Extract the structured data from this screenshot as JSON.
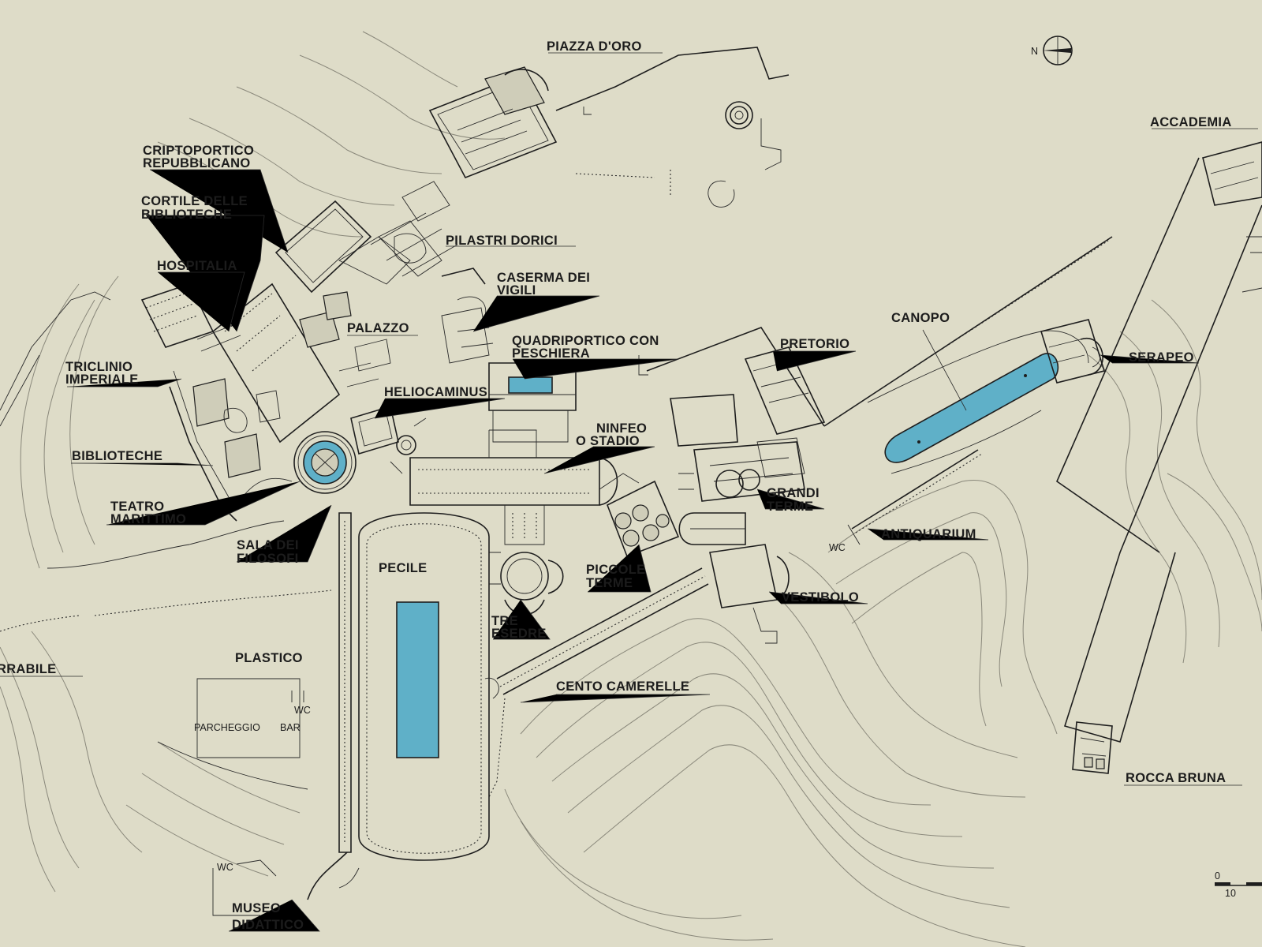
{
  "labels": {
    "piazza_doro": "PIAZZA D'ORO",
    "accademia": "ACCADEMIA",
    "criptoportico_1": "CRIPTOPORTICO",
    "criptoportico_2": "REPUBBLICANO",
    "cortile_1": "CORTILE DELLE",
    "cortile_2": "BIBLIOTECHE",
    "pilastri": "PILASTRI DORICI",
    "hospitalia": "HOSPITALIA",
    "caserma_1": "CASERMA DEI",
    "caserma_2": "VIGILI",
    "palazzo": "PALAZZO",
    "canopo": "CANOPO",
    "pretorio": "PRETORIO",
    "quadriportico_1": "QUADRIPORTICO CON",
    "quadriportico_2": "PESCHIERA",
    "serapeo": "SERAPEO",
    "triclinio_1": "TRICLINIO",
    "triclinio_2": "IMPERIALE",
    "heliocaminus": "HELIOCAMINUS",
    "ninfeo_1": "NINFEO",
    "ninfeo_2": "O STADIO",
    "biblioteche": "BIBLIOTECHE",
    "grandi_1": "GRANDI",
    "grandi_2": "TERME",
    "teatro_1": "TEATRO",
    "teatro_2": "MARITTIMO",
    "antiquarium": "ANTIQUARIUM",
    "sala_1": "SALA DEI",
    "sala_2": "FILOSOFI",
    "pecile": "PECILE",
    "piccole_1": "PICCOLE",
    "piccole_2": "TERME",
    "vestibolo": "VESTIBOLO",
    "tre_1": "TRE",
    "tre_2": "ESEDRE",
    "rabile": "RRABILE",
    "plastico": "PLASTICO",
    "cento": "CENTO CAMERELLE",
    "rocca": "ROCCA BRUNA",
    "museo_1": "MUSEO",
    "museo_2": "DIDATTICO"
  },
  "small_labels": {
    "wc_bar": "WC",
    "parcheggio": "PARCHEGGIO",
    "bar": "BAR",
    "wc_antiquarium": "WC",
    "wc_museo": "WC"
  },
  "compass": {
    "north": "N"
  },
  "scale": {
    "start": "0",
    "end": "10"
  },
  "colors": {
    "paper": "#dedcc8",
    "water": "#5fb0c8",
    "ink": "#1e1e1e"
  }
}
